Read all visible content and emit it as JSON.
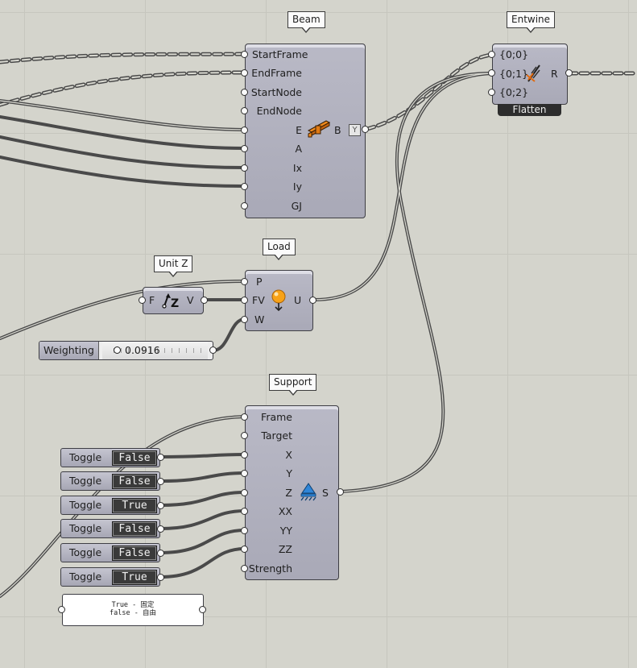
{
  "canvas": {
    "background": "#d4d4cc",
    "wire_color": "#4a4a4a"
  },
  "beam": {
    "title": "Beam",
    "inputs": [
      "StartFrame",
      "EndFrame",
      "StartNode",
      "EndNode",
      "E",
      "A",
      "Ix",
      "Iy",
      "GJ"
    ],
    "output": "B",
    "icon": "beam-icon"
  },
  "entwine": {
    "title": "Entwine",
    "inputs": [
      "{0;0}",
      "{0;1}",
      "{0;2}"
    ],
    "output": "R",
    "flag": "Flatten",
    "icon": "entwine-icon"
  },
  "unitz": {
    "title": "Unit Z",
    "input": "F",
    "output": "V",
    "icon": "unit-z-icon"
  },
  "load": {
    "title": "Load",
    "inputs": [
      "P",
      "FV",
      "W"
    ],
    "output": "U",
    "icon": "load-icon"
  },
  "slider": {
    "name": "Weighting",
    "value": "0.0916",
    "fraction": 0.0916
  },
  "support": {
    "title": "Support",
    "inputs": [
      "Frame",
      "Target",
      "X",
      "Y",
      "Z",
      "XX",
      "YY",
      "ZZ",
      "Strength"
    ],
    "output": "S",
    "icon": "support-icon"
  },
  "toggles": [
    {
      "label": "Toggle",
      "value": "False"
    },
    {
      "label": "Toggle",
      "value": "False"
    },
    {
      "label": "Toggle",
      "value": "True"
    },
    {
      "label": "Toggle",
      "value": "False"
    },
    {
      "label": "Toggle",
      "value": "False"
    },
    {
      "label": "Toggle",
      "value": "True"
    }
  ],
  "panel": {
    "lines": [
      "True - 固定",
      "false - 自由"
    ]
  }
}
